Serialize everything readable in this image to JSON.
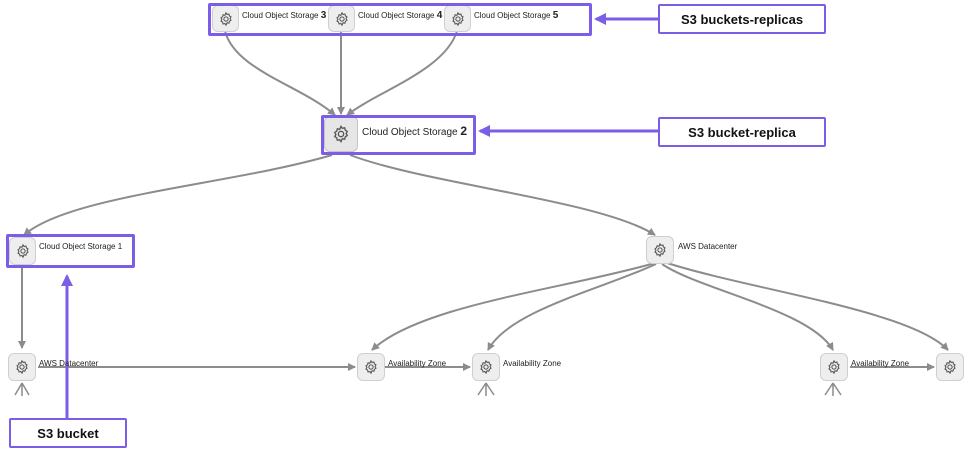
{
  "nodes": {
    "cos1": {
      "label": "Cloud Object Storage ",
      "num": "1"
    },
    "cos2": {
      "label": "Cloud Object Storage ",
      "num": "2"
    },
    "cos3": {
      "label": "Cloud Object Storage ",
      "num": "3"
    },
    "cos4": {
      "label": "Cloud Object Storage ",
      "num": "4"
    },
    "cos5": {
      "label": "Cloud Object Storage ",
      "num": "5"
    },
    "aws_dc_right": {
      "label": "AWS Datacenter"
    },
    "aws_dc_left": {
      "label": "AWS Datacenter"
    },
    "az1": {
      "label": "Availability Zone"
    },
    "az2": {
      "label": "Availability Zone"
    },
    "az3": {
      "label": "Availability Zone"
    }
  },
  "callouts": {
    "replicas": "S3 buckets-replicas",
    "replica": "S3 bucket-replica",
    "bucket": "S3 bucket"
  },
  "colors": {
    "accent": "#7b5de8",
    "edge": "#8c8c8c",
    "node_fill": "#eeeeee"
  },
  "icons": {
    "node_icon": "gear-icon"
  }
}
